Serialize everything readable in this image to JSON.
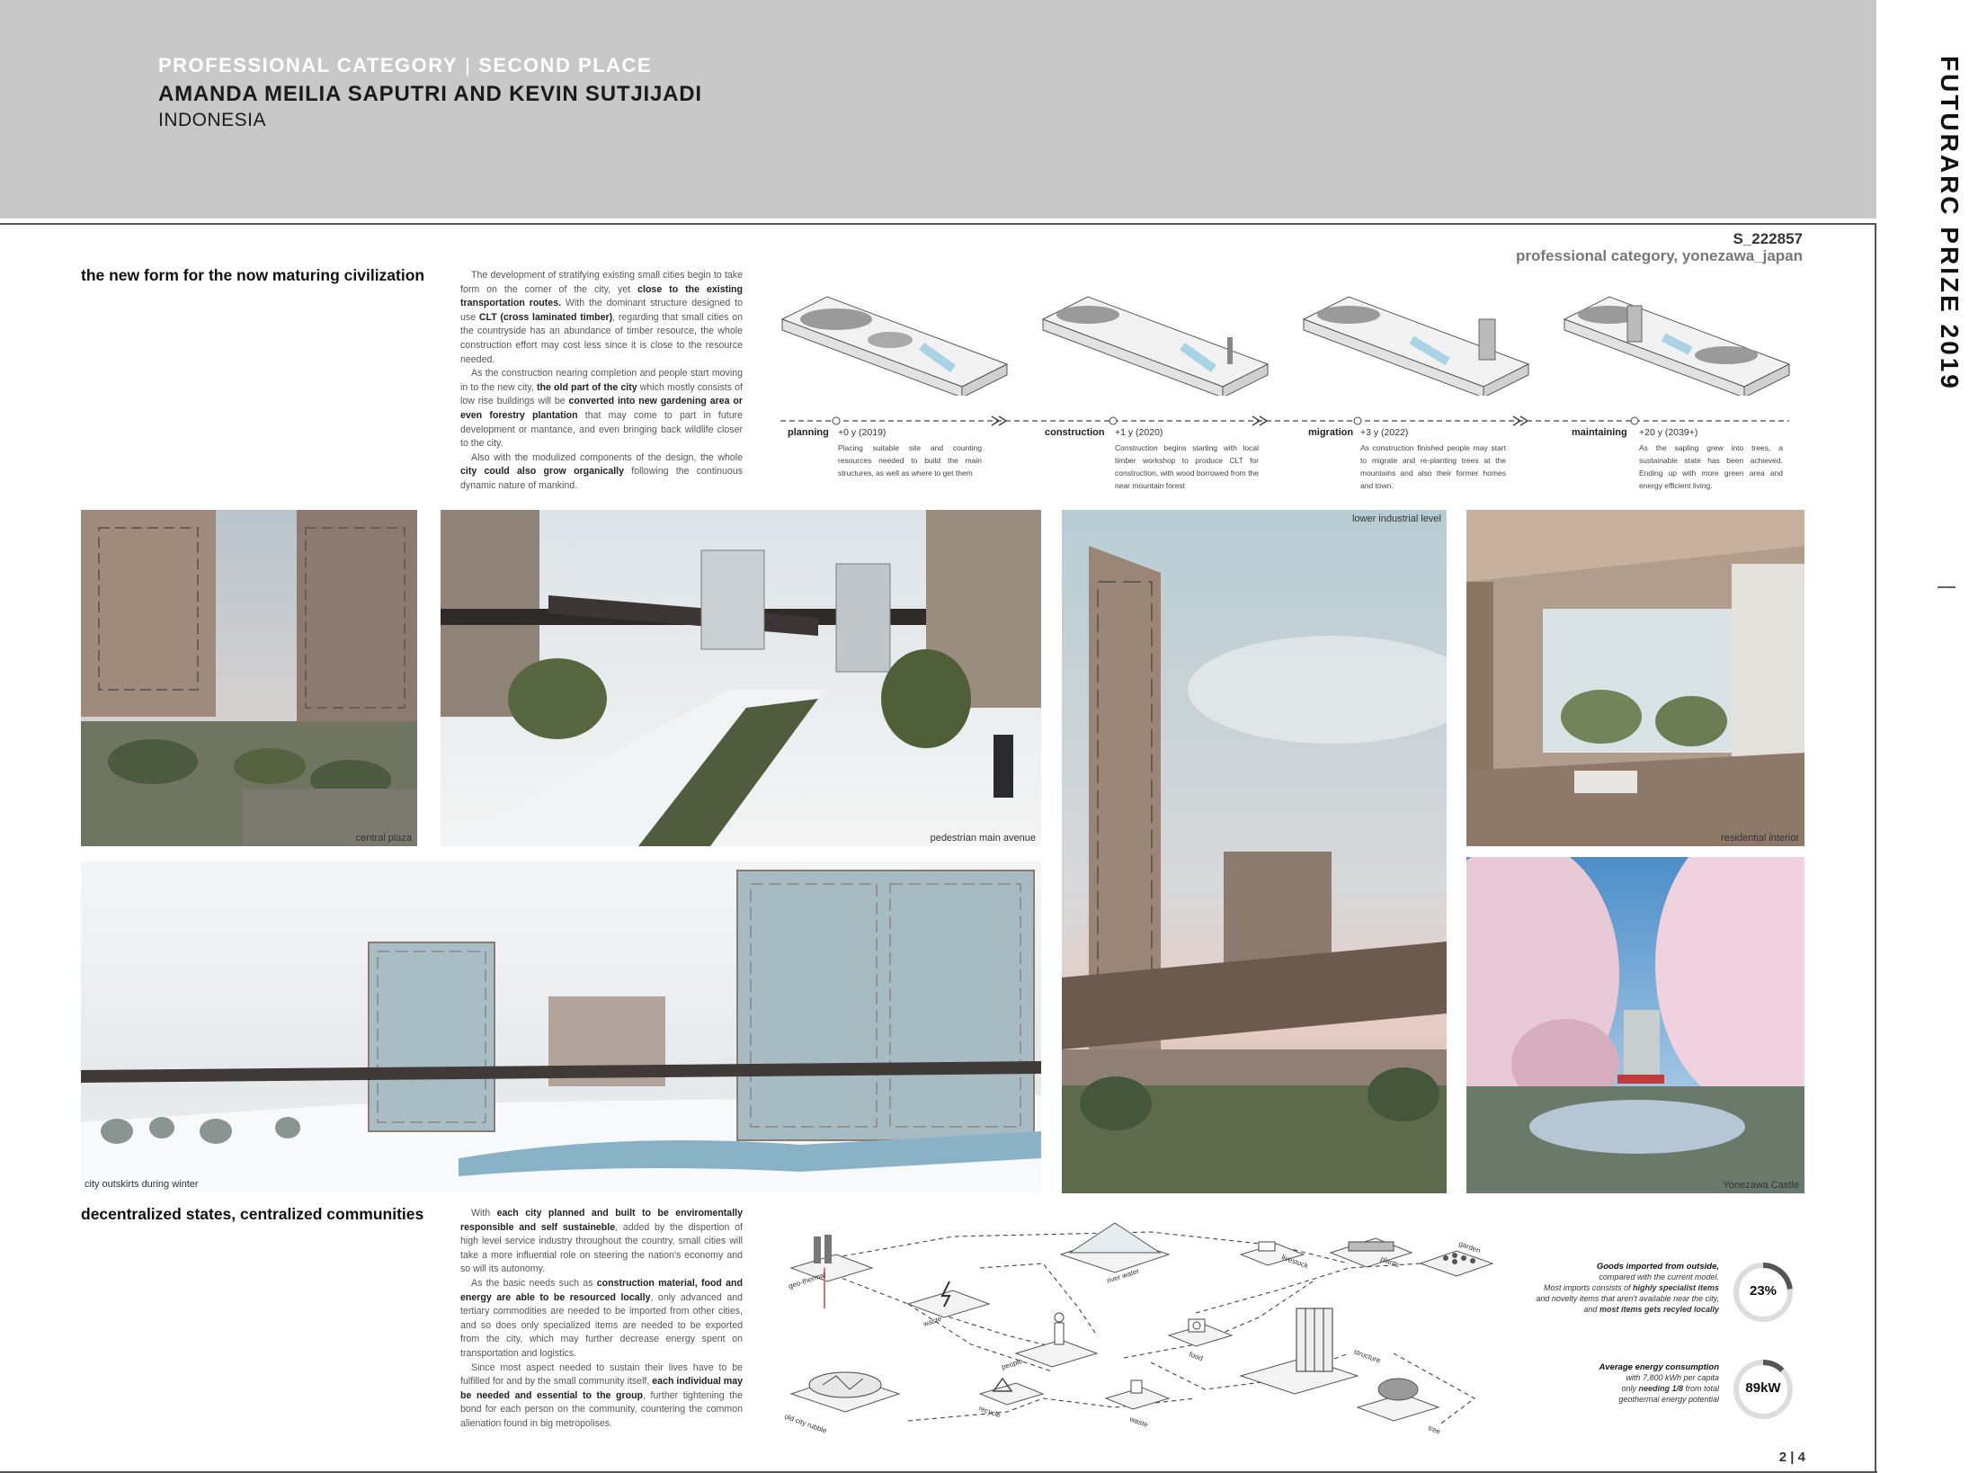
{
  "header": {
    "category": "PROFESSIONAL CATEGORY",
    "separator": "|",
    "place": "SECOND PLACE",
    "authors": "AMANDA MEILIA SAPUTRI AND KEVIN SUTJIJADI",
    "country": "INDONESIA"
  },
  "side_title": "FUTURARC PRIZE 2019",
  "entry": {
    "code": "S_222857",
    "subtitle": "professional category, yonezawa_japan"
  },
  "section1": {
    "heading": "the new form for the now maturing civilization",
    "p1_a": "The development of stratifying existing small cities begin to take form on the corner of the city, yet ",
    "p1_b": "close to the existing transportation routes.",
    "p1_c": " With the dominant structure designed to use ",
    "p1_d": "CLT (cross laminated timber)",
    "p1_e": ", regarding that small cities on the countryside has an abundance of timber resource, the whole construction effort may cost less since it is close to the resource needed.",
    "p2_a": "As the construction nearing completion and people start moving in to the new city, ",
    "p2_b": "the old part of the city",
    "p2_c": " which mostly consists of low rise buildings will be ",
    "p2_d": "converted into new gardening area or even forestry plantation",
    "p2_e": " that may come to part in future development or mantance, and even bringing back wildlife closer to the city.",
    "p3_a": "Also with the modulized components of the design, the whole ",
    "p3_b": "city could also grow organically",
    "p3_c": " following the continuous dynamic nature of mankind."
  },
  "timeline": [
    {
      "label": "planning",
      "time": "+0 y (2019)",
      "desc": "Placing suitable site and counting resources needed to build the main structures, as well as where to get them"
    },
    {
      "label": "construction",
      "time": "+1 y (2020)",
      "desc": "Construction begins starting with local timber workshop to produce CLT for construction, with wood borrowed from the near mountain forest"
    },
    {
      "label": "migration",
      "time": "+3 y (2022)",
      "desc": "As construction finished people may start to migrate and re-planting trees at the mountains and also their former homes and town."
    },
    {
      "label": "maintaining",
      "time": "+20 y (2039+)",
      "desc": "As the sapling grew into trees, a sustainable state has been achieved. Ending up with more green area and energy efficient living."
    }
  ],
  "captions": {
    "central_plaza": "central plaza",
    "pedestrian": "pedestrian main avenue",
    "lower_industrial": "lower industrial level",
    "residential": "residential interior",
    "outskirts": "city outskirts during winter",
    "castle": "Yonezawa Castle"
  },
  "section2": {
    "heading": "decentralized states, centralized communities",
    "p1_a": "With ",
    "p1_b": "each city planned and built to be enviromentally responsible and self sustaineble",
    "p1_c": ", added by the dispertion of high level service industry throughout the country, small cities will take a more influential role on steering the nation's economy and so will its autonomy.",
    "p2_a": "As the basic needs such as ",
    "p2_b": "construction material, food and energy are able to be resourced locally",
    "p2_c": ", only advanced and tertiary commodities are needed to be imported from other cities, and so does only specialized items are needed to be exported from the city, which may further decrease energy spent on transportation and logistics.",
    "p3_a": "Since most aspect needed to sustain their lives have to be fulfilled for and by the small community itself, ",
    "p3_b": "each individual may be needed and essential to the group",
    "p3_c": ", further tightening the bond for each person on the community, countering the common alienation found in big metropolises."
  },
  "diagram_labels": {
    "geothermal": "geo-thermal",
    "waste1": "waste",
    "river_water": "river water",
    "livestock": "livestock",
    "plants": "plants",
    "garden": "garden",
    "food": "food",
    "people": "people",
    "recycle": "recycle",
    "waste2": "waste",
    "structure": "structure",
    "tree": "tree",
    "old_city_rubble": "old city rubble"
  },
  "stats": [
    {
      "title": "Goods imported from outside,",
      "line1": "compared with the current model.",
      "line2_a": "Most imports consists of ",
      "line2_b": "highly specialist items",
      "line3": "and novelty items that aren't available near the city,",
      "line4_a": "and ",
      "line4_b": "most items gets recyled locally",
      "value": "23%",
      "fraction": 0.23
    },
    {
      "title": "Average energy consumption",
      "line1": "with 7,800 kWh per capita",
      "line2_a": "only ",
      "line2_b": "needing 1/8",
      "line3": " from total",
      "line4_a": "geothermal energy potential",
      "line4_b": "",
      "value": "89kW",
      "fraction": 0.125
    }
  ],
  "page": "2 | 4",
  "colors": {
    "header_band": "#c8c8c9",
    "gauge": "#555555",
    "gauge_track": "#dddddd"
  }
}
